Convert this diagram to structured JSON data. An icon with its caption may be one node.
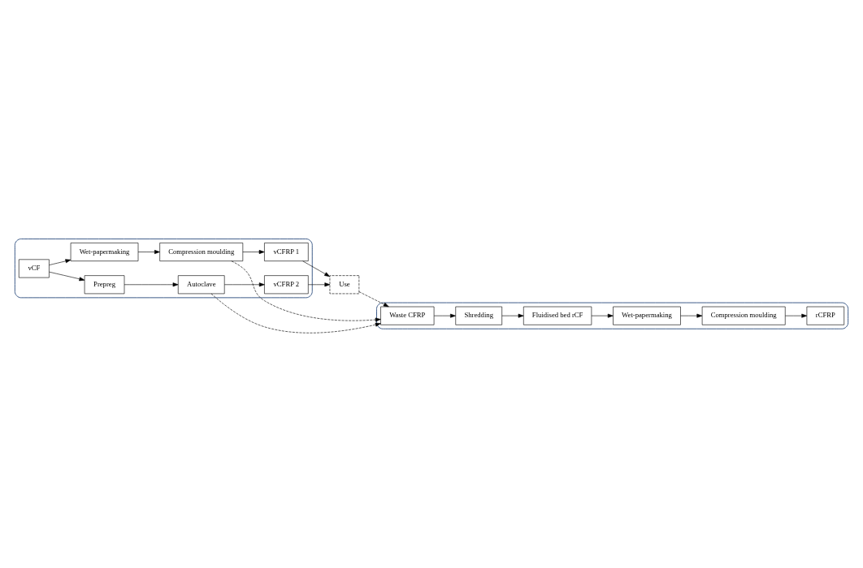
{
  "diagram": {
    "nodes": [
      {
        "text": [],
        "shape": "box"
      },
      {
        "text": [
          "vCF"
        ],
        "in": 0
      },
      {
        "text": [
          "Prepreg"
        ],
        "in": 0
      },
      {
        "text": [
          "Autoclave"
        ],
        "in": 0
      },
      {
        "text": [
          "vCFRP 2"
        ],
        "in": 0
      },
      {
        "text": [
          "Wet-papermaking"
        ],
        "in": 0
      },
      {
        "text": [
          "Compression moulding"
        ],
        "in": 0
      },
      {
        "text": [
          "vCFRP 1"
        ],
        "in": 0
      },
      {
        "text": [
          "Use"
        ]
      },
      {
        "text": [],
        "shape": "box"
      },
      {
        "text": [
          "Waste CFRP"
        ],
        "in": 9
      },
      {
        "text": [
          "Shredding"
        ],
        "in": 9
      },
      {
        "text": [
          "Fluidised bed rCF"
        ],
        "in": 9
      },
      {
        "text": [
          "Wet-papermaking"
        ],
        "in": 9
      },
      {
        "text": [
          "Compression moulding"
        ],
        "in": 9
      },
      {
        "text": [
          "rCFRP"
        ],
        "in": 9
      }
    ],
    "edges": [
      {
        "from": 1,
        "to": 2,
        "arrow": "to"
      },
      {
        "from": 2,
        "to": 3,
        "arrow": "to"
      },
      {
        "from": 3,
        "to": 4,
        "arrow": "to"
      },
      {
        "from": 1,
        "to": 5,
        "arrow": "to"
      },
      {
        "from": 5,
        "to": 6,
        "arrow": "to"
      },
      {
        "from": 6,
        "to": 7,
        "arrow": "to"
      },
      {
        "from": 7,
        "to": 8,
        "arrow": "to"
      },
      {
        "from": 4,
        "to": 8,
        "arrow": "to"
      },
      {
        "from": 6,
        "to": 10,
        "arrow": "to",
        "style": "dashed"
      },
      {
        "from": 3,
        "to": 10,
        "arrow": "to",
        "style": "dashed"
      },
      {
        "from": 8,
        "to": 10,
        "arrow": "to",
        "style": "dashed"
      },
      {
        "from": 10,
        "to": 11,
        "arrow": "to"
      },
      {
        "from": 11,
        "to": 12,
        "arrow": "to"
      },
      {
        "from": 12,
        "to": 13,
        "arrow": "to"
      },
      {
        "from": 13,
        "to": 14,
        "arrow": "to"
      },
      {
        "from": 14,
        "to": 15,
        "arrow": "to"
      }
    ]
  }
}
